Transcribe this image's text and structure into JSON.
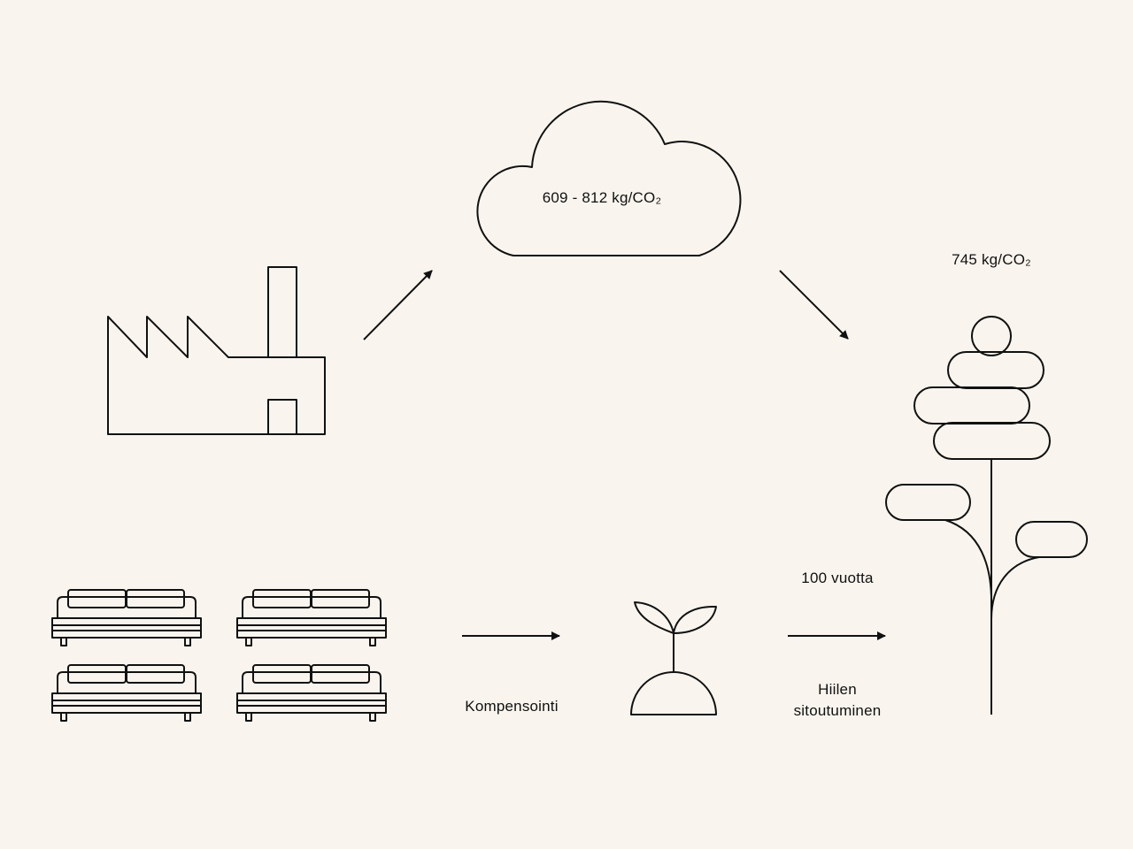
{
  "colors": {
    "background": "#f9f5ee",
    "stroke": "#111111"
  },
  "diagram": {
    "cloud": {
      "icon": "cloud-icon",
      "label": "609 - 812 kg/CO₂"
    },
    "tree": {
      "icon": "tree-icon",
      "label": "745 kg/CO₂"
    },
    "factory": {
      "icon": "factory-icon"
    },
    "sofas": {
      "icon": "sofa-icon",
      "count": 4
    },
    "sapling": {
      "icon": "sapling-icon"
    },
    "compensation": {
      "label": "Kompensointi"
    },
    "duration": {
      "label": "100 vuotta"
    },
    "sequestration": {
      "line1": "Hiilen",
      "line2": "sitoutuminen"
    }
  }
}
